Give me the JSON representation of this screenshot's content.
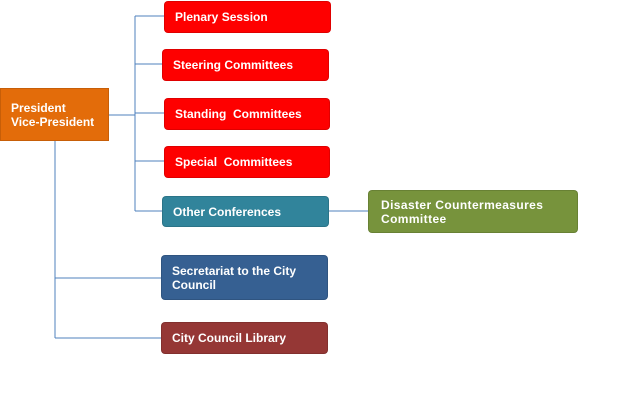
{
  "colors": {
    "red": "#fe0000",
    "teal": "#31849b",
    "green": "#77933c",
    "blue": "#366092",
    "maroon": "#953735",
    "orange": "#e36c0a",
    "line": "#4f81bd"
  },
  "nodes": {
    "president": {
      "line1": "President",
      "line2": "Vice-President"
    },
    "plenary": "Plenary Session",
    "steering": "Steering Committees",
    "standing": "Standing  Committees",
    "special": "Special  Committees",
    "other": "Other Conferences",
    "disaster": "Disaster Countermeasures Committee",
    "secretariat": "Secretariat to the City Council",
    "library": "City Council Library"
  }
}
